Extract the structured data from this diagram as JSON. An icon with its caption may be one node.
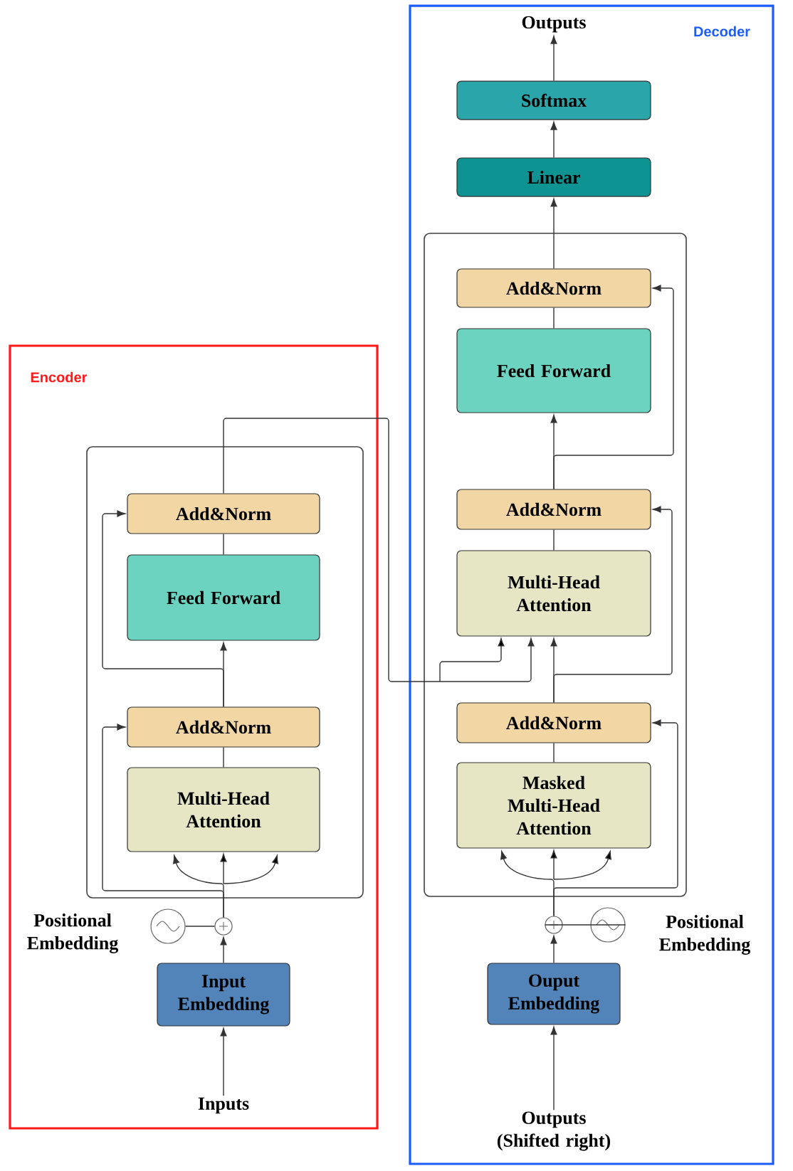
{
  "diagram": {
    "nodes": [
      {
        "text": [
          "Encoder"
        ]
      },
      {
        "text": [],
        "shape": "box",
        "in": 0
      },
      {
        "text": [
          "Add&Norm"
        ],
        "in": 1
      },
      {
        "text": [
          "Feed Forward"
        ],
        "in": 1
      },
      {
        "text": [
          "Add&Norm"
        ],
        "in": 1
      },
      {
        "text": [
          "Multi-Head Attention"
        ],
        "in": 1
      },
      {
        "text": [],
        "shape": "circle",
        "in": 0
      },
      {
        "text": [],
        "shape": "circle",
        "in": 0,
        "beside": [
          "Positional Embedding"
        ]
      },
      {
        "text": [
          "Input Embedding"
        ],
        "in": 0
      },
      {
        "text": [
          "Inputs"
        ],
        "in": 0
      },
      {
        "text": [
          "Decoder"
        ]
      },
      {
        "text": [
          "Outputs"
        ],
        "in": 10
      },
      {
        "text": [
          "Softmax"
        ],
        "in": 10
      },
      {
        "text": [
          "Linear"
        ],
        "in": 10
      },
      {
        "text": [],
        "shape": "box",
        "in": 10
      },
      {
        "text": [
          "Add&Norm"
        ],
        "in": 14
      },
      {
        "text": [
          "Feed Forward"
        ],
        "in": 14
      },
      {
        "text": [
          "Add&Norm"
        ],
        "in": 14
      },
      {
        "text": [
          "Multi-Head Attention"
        ],
        "in": 14
      },
      {
        "text": [
          "Add&Norm"
        ],
        "in": 14
      },
      {
        "text": [
          "Masked Multi-Head Attention"
        ],
        "in": 14
      },
      {
        "text": [],
        "shape": "circle",
        "in": 10
      },
      {
        "text": [],
        "shape": "circle",
        "in": 10,
        "beside": [
          "Positional Embedding"
        ]
      },
      {
        "text": [
          "Ouput Embedding"
        ],
        "in": 10
      },
      {
        "text": [
          "Outputs (Shifted right)"
        ],
        "in": 10
      }
    ],
    "edges": [
      {
        "from": 9,
        "to": 8,
        "arrow": "to"
      },
      {
        "from": 8,
        "to": 6,
        "arrow": "to"
      },
      {
        "from": 7,
        "to": 6,
        "arrow": "none"
      },
      {
        "from": 6,
        "to": 5,
        "arrow": "to"
      },
      {
        "from": 6,
        "to": 4,
        "arrow": "to"
      },
      {
        "from": 5,
        "to": 4,
        "arrow": "none"
      },
      {
        "from": 4,
        "to": 3,
        "arrow": "to"
      },
      {
        "from": 4,
        "to": 2,
        "arrow": "to"
      },
      {
        "from": 3,
        "to": 2,
        "arrow": "none"
      },
      {
        "from": 2,
        "to": 18,
        "arrow": "to"
      },
      {
        "from": 19,
        "to": 18,
        "arrow": "to"
      },
      {
        "from": 19,
        "to": 17,
        "arrow": "to"
      },
      {
        "from": 18,
        "to": 17,
        "arrow": "none"
      },
      {
        "from": 17,
        "to": 16,
        "arrow": "to"
      },
      {
        "from": 17,
        "to": 15,
        "arrow": "to"
      },
      {
        "from": 16,
        "to": 15,
        "arrow": "none"
      },
      {
        "from": 15,
        "to": 13,
        "arrow": "to"
      },
      {
        "from": 13,
        "to": 12,
        "arrow": "to"
      },
      {
        "from": 12,
        "to": 11,
        "arrow": "to"
      },
      {
        "from": 24,
        "to": 23,
        "arrow": "to"
      },
      {
        "from": 23,
        "to": 21,
        "arrow": "to"
      },
      {
        "from": 22,
        "to": 21,
        "arrow": "none"
      },
      {
        "from": 21,
        "to": 20,
        "arrow": "to"
      },
      {
        "from": 21,
        "to": 19,
        "arrow": "to"
      },
      {
        "from": 20,
        "to": 19,
        "arrow": "none"
      }
    ]
  }
}
